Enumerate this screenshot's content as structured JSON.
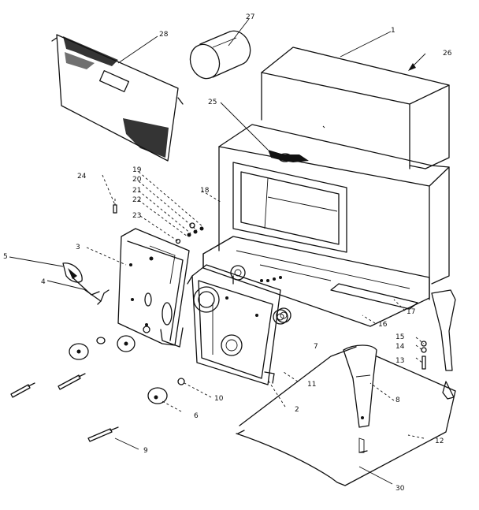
{
  "callouts": [
    {
      "id": "c1",
      "label": "1"
    },
    {
      "id": "c2",
      "label": "2"
    },
    {
      "id": "c3",
      "label": "3"
    },
    {
      "id": "c4",
      "label": "4"
    },
    {
      "id": "c5",
      "label": "5"
    },
    {
      "id": "c6",
      "label": "6"
    },
    {
      "id": "c7",
      "label": "7"
    },
    {
      "id": "c8",
      "label": "8"
    },
    {
      "id": "c9",
      "label": "9"
    },
    {
      "id": "c10",
      "label": "10"
    },
    {
      "id": "c11",
      "label": "11"
    },
    {
      "id": "c12",
      "label": "12"
    },
    {
      "id": "c13",
      "label": "13"
    },
    {
      "id": "c14",
      "label": "14"
    },
    {
      "id": "c15",
      "label": "15"
    },
    {
      "id": "c16",
      "label": "16"
    },
    {
      "id": "c17",
      "label": "17"
    },
    {
      "id": "c18",
      "label": "18"
    },
    {
      "id": "c19",
      "label": "19"
    },
    {
      "id": "c20",
      "label": "20"
    },
    {
      "id": "c21",
      "label": "21"
    },
    {
      "id": "c22",
      "label": "22"
    },
    {
      "id": "c23",
      "label": "23"
    },
    {
      "id": "c24",
      "label": "24"
    },
    {
      "id": "c25",
      "label": "25"
    },
    {
      "id": "c26",
      "label": "26"
    },
    {
      "id": "c27",
      "label": "27"
    },
    {
      "id": "c28",
      "label": "28"
    },
    {
      "id": "c30",
      "label": "30"
    }
  ]
}
